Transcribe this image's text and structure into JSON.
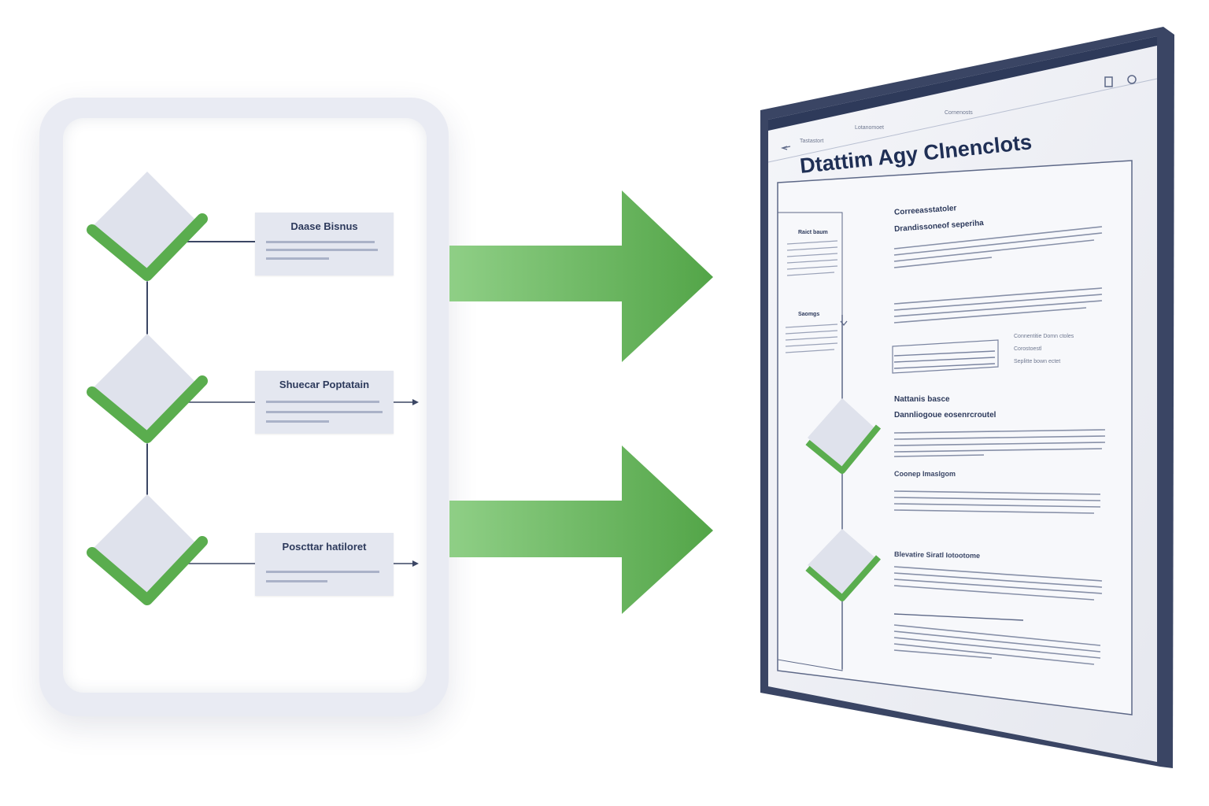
{
  "left_diagram": {
    "nodes": [
      {
        "label": "Daase Bisnus"
      },
      {
        "label": "Shuecar Poptatain"
      },
      {
        "label": "Poscttar hatiloret"
      }
    ]
  },
  "tablet": {
    "top_bar": {
      "back_label": "Tastastort",
      "middle_label": "Lotanomoet",
      "center_label": "Cornenosts"
    },
    "title": "Dtattim Agy Clnenclots",
    "sidebar": {
      "heading": "Raict baum",
      "section": "Saomgs"
    },
    "sections": [
      {
        "heading": "Correeasstatoler",
        "subheading": "Drandissoneof seperiha"
      },
      {
        "heading": "Nattanis basce",
        "subheading": "Dannliogoue eosenrcroutel"
      },
      {
        "heading": "Coonep Imaslgom",
        "subheading": ""
      },
      {
        "heading": "Blevatire Siratl Iotootome",
        "subheading": ""
      }
    ],
    "side_notes": [
      "Connentitie Domn ctoles",
      "Corostoestl",
      "Seplitte bown ectet"
    ]
  },
  "colors": {
    "accent_green": "#5aad4e",
    "navy": "#2d3a5c",
    "frame_bg": "#e9ebf3",
    "box_bg": "#e4e7f0"
  }
}
